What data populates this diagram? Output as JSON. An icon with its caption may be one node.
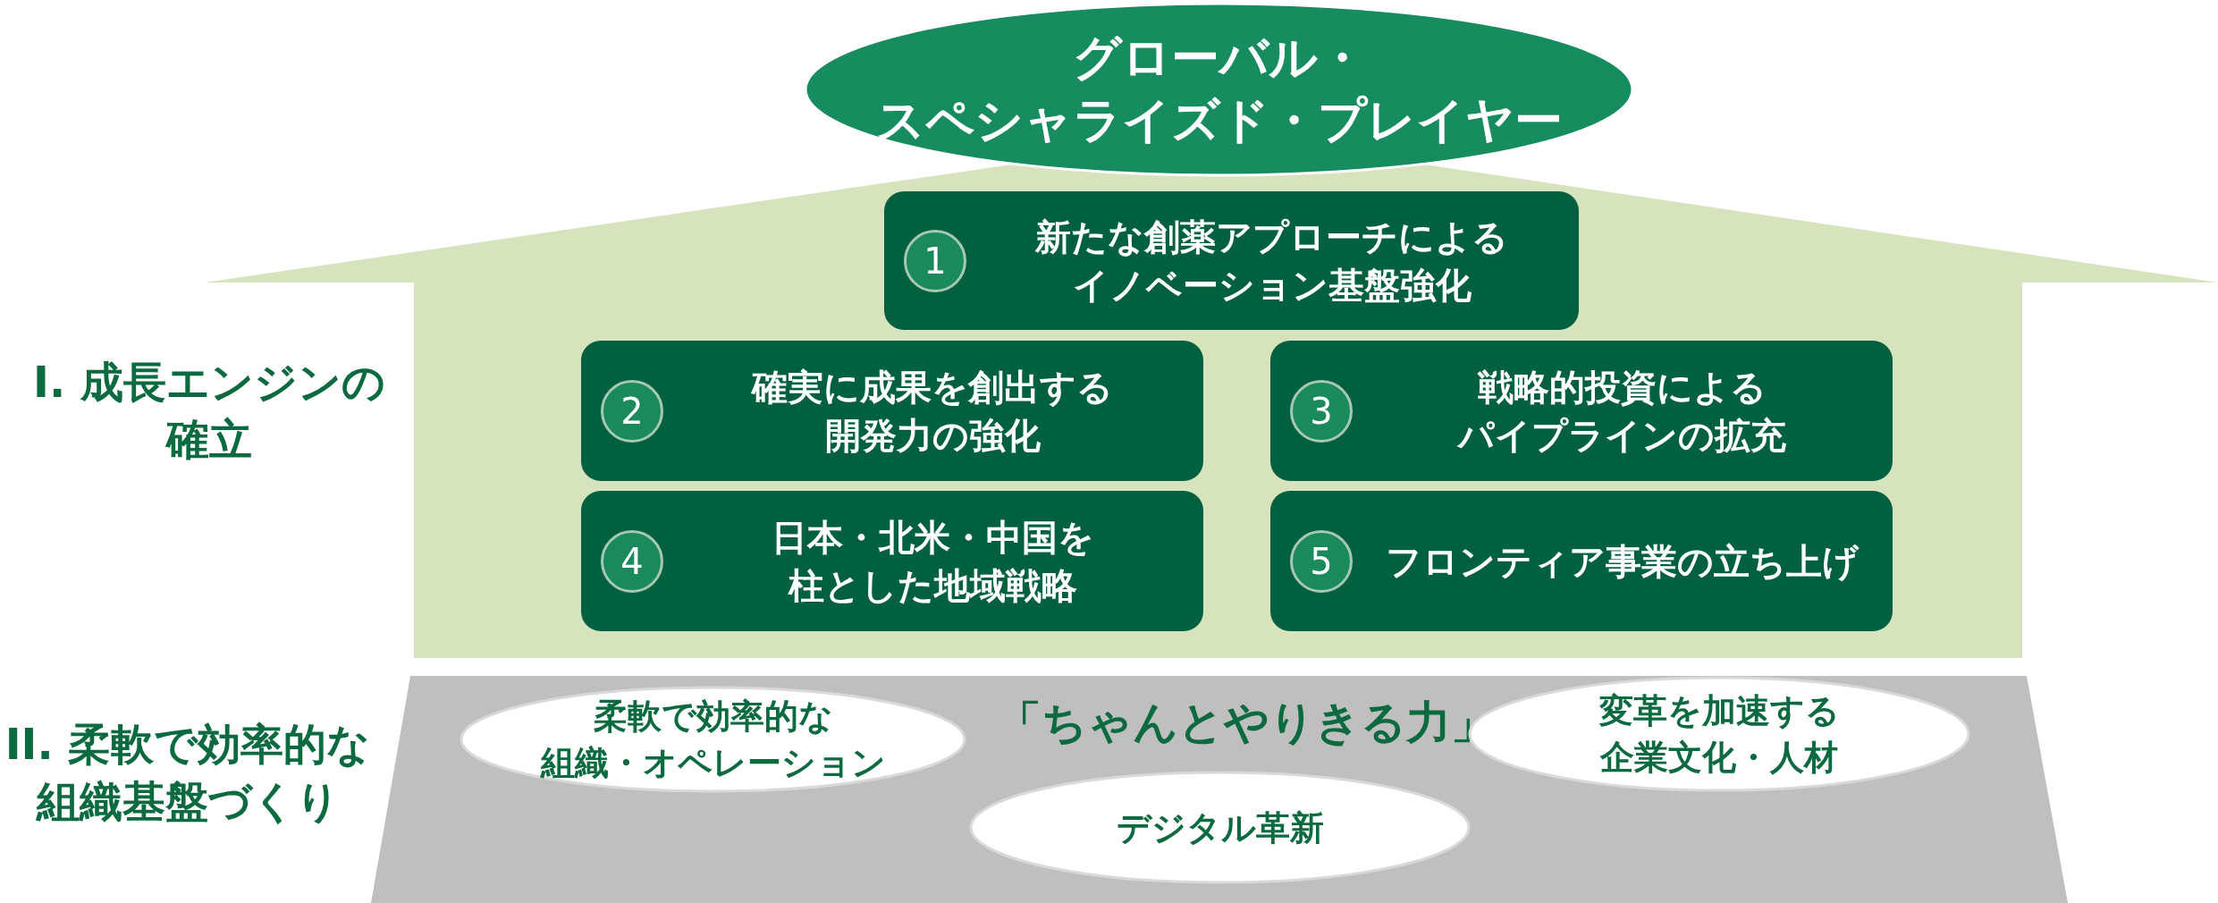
{
  "diagram": {
    "nodes": [
      {
        "text": [
          "グローバル・スペシャライズド・プレイヤー"
        ]
      },
      {
        "text": [
          "I. 成長エンジンの確立"
        ]
      },
      {
        "text": [
          "1",
          "新たな創薬アプローチによるイノベーション基盤強化"
        ],
        "in": 1
      },
      {
        "text": [
          "2",
          "確実に成果を創出する開発力の強化"
        ],
        "in": 1
      },
      {
        "text": [
          "3",
          "戦略的投資によるパイプラインの拡充"
        ],
        "in": 1
      },
      {
        "text": [
          "4",
          "日本・北米・中国を柱とした地域戦略"
        ],
        "in": 1
      },
      {
        "text": [
          "5",
          "フロンティア事業の立ち上げ"
        ],
        "in": 1
      },
      {
        "text": [
          "II. 柔軟で効率的な組織基盤づくり",
          "「ちゃんとやりきる力」"
        ]
      },
      {
        "text": [
          "柔軟で効率的な組織・オペレーション"
        ],
        "in": 7
      },
      {
        "text": [
          "デジタル革新"
        ],
        "in": 7
      },
      {
        "text": [
          "変革を加速する企業文化・人材"
        ],
        "in": 7
      }
    ],
    "edges": []
  }
}
